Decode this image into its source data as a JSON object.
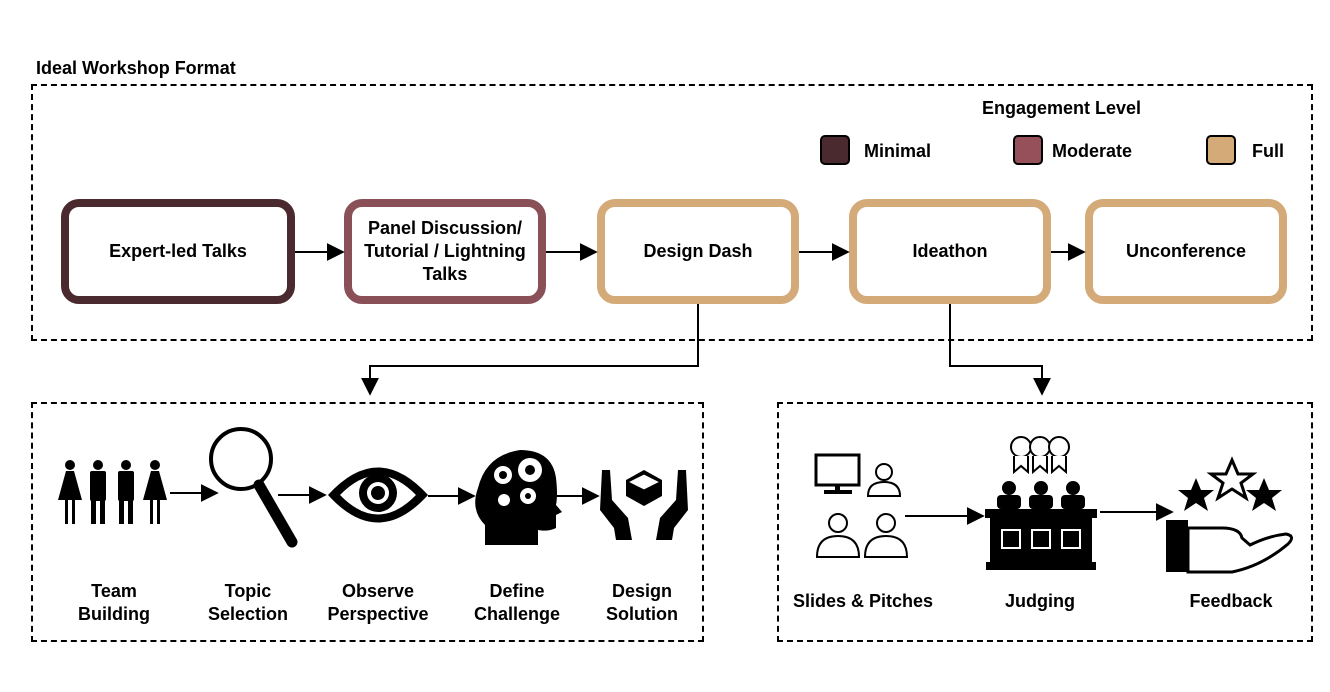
{
  "title": "Ideal Workshop Format",
  "legend": {
    "title": "Engagement Level",
    "items": [
      {
        "label": "Minimal",
        "color": "#4a2a2e"
      },
      {
        "label": "Moderate",
        "color": "#96505a"
      },
      {
        "label": "Full",
        "color": "#d4ab78"
      }
    ]
  },
  "stages": [
    {
      "label": "Expert-led Talks",
      "color": "#4a2a2e"
    },
    {
      "label": "Panel Discussion/ Tutorial / Lightning Talks",
      "color": "#8a5058"
    },
    {
      "label": "Design Dash",
      "color": "#d4ab78"
    },
    {
      "label": "Ideathon",
      "color": "#d4ab78"
    },
    {
      "label": "Unconference",
      "color": "#d4ab78"
    }
  ],
  "design_dash_steps": [
    {
      "label": "Team Building",
      "icon": "people-icon"
    },
    {
      "label": "Topic Selection",
      "icon": "magnifier-icon"
    },
    {
      "label": "Observe Perspective",
      "icon": "eye-icon"
    },
    {
      "label": "Define Challenge",
      "icon": "brain-gears-icon"
    },
    {
      "label": "Design Solution",
      "icon": "hands-cube-icon"
    }
  ],
  "ideathon_steps": [
    {
      "label": "Slides & Pitches",
      "icon": "presentation-icon"
    },
    {
      "label": "Judging",
      "icon": "judges-panel-icon"
    },
    {
      "label": "Feedback",
      "icon": "stars-hand-icon"
    }
  ]
}
